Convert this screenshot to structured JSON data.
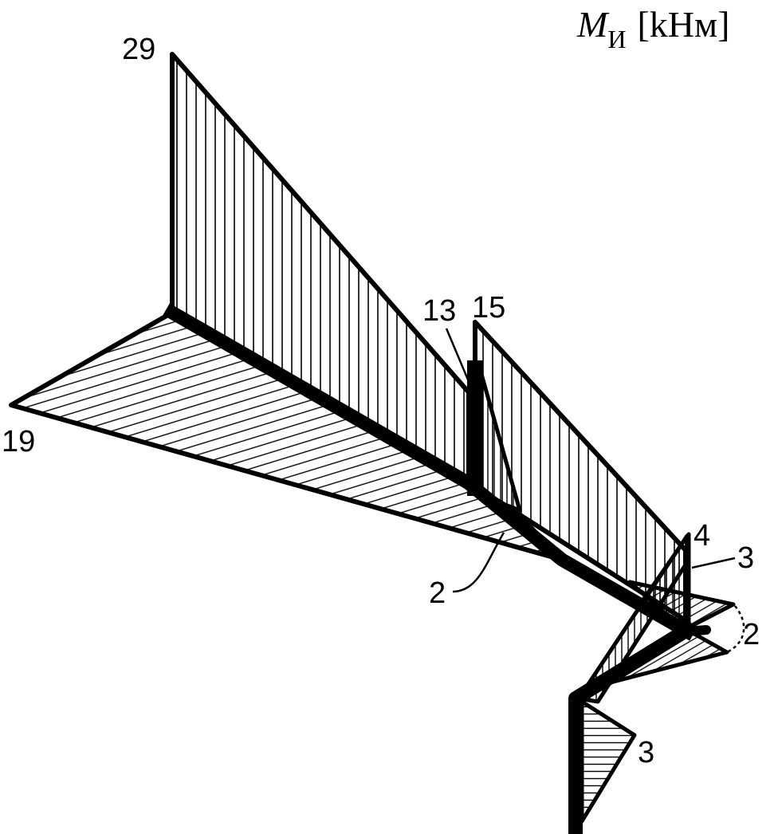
{
  "title": {
    "symbol": "M",
    "subscript": "И",
    "unit": "[kHм]"
  },
  "labels": {
    "v29": "29",
    "v19": "19",
    "v13": "13",
    "v15": "15",
    "v2_center": "2",
    "v4": "4",
    "v3_right": "3",
    "v2_right": "2",
    "v3_bottom": "3"
  },
  "colors": {
    "ink": "#000000",
    "paper": "#ffffff"
  }
}
